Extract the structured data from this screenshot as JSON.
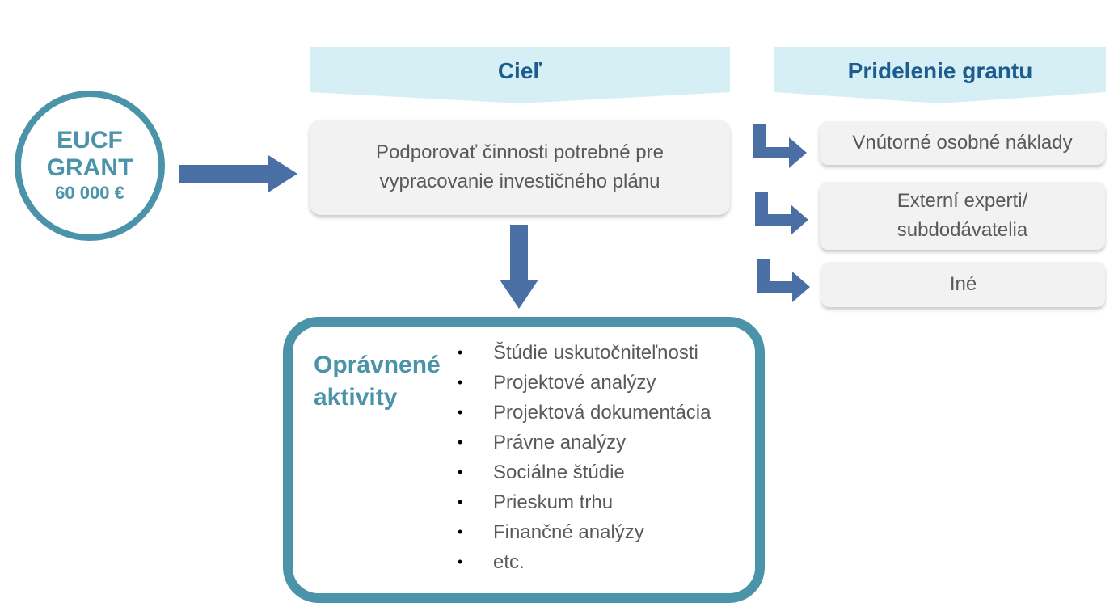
{
  "grant": {
    "line1": "EUCF",
    "line2": "GRANT",
    "line3": "60 000 €"
  },
  "goal": {
    "header": "Cieľ",
    "text": "Podporovať činnosti potrebné pre vypracovanie investičného plánu"
  },
  "allocation": {
    "header": "Pridelenie grantu",
    "items": [
      "Vnútorné osobné náklady",
      "Externí experti/ subdodávatelia",
      "Iné"
    ]
  },
  "activities": {
    "title": "Oprávnené aktivity",
    "items": [
      "Štúdie uskutočniteľnosti",
      "Projektové analýzy",
      "Projektová dokumentácia",
      "Právne analýzy",
      "Sociálne štúdie",
      "Prieskum trhu",
      "Finančné analýzy",
      "etc."
    ]
  },
  "colors": {
    "teal": "#4a93a8",
    "navy": "#1d5c8f",
    "arrow": "#4a6fa5",
    "ribbon": "#d6eff5"
  }
}
